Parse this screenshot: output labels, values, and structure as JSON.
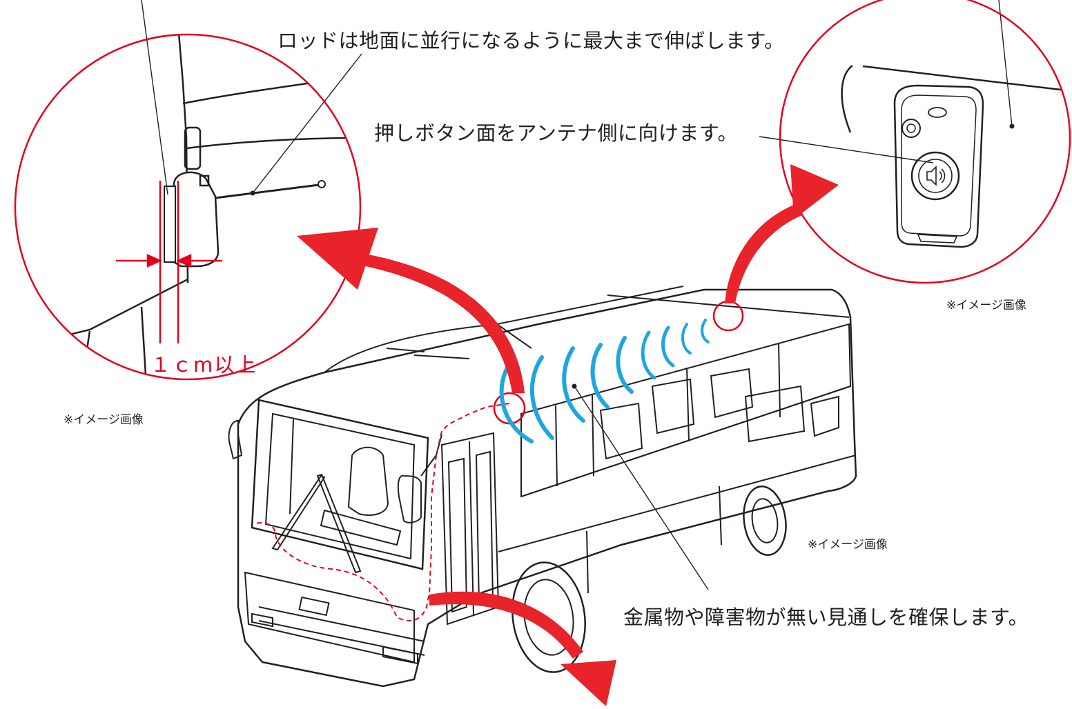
{
  "annotations": {
    "rod_instruction": "ロッドは地面に並行になるように最大まで伸ばします。",
    "button_instruction": "押しボタン面をアンテナ側に向けます。",
    "line_of_sight_instruction": "金属物や障害物が無い見通しを確保します。",
    "gap_label": "１ｃm以上",
    "image_note_left": "※イメージ画像",
    "image_note_right": "※イメージ画像",
    "image_note_bus": "※イメージ画像"
  },
  "colors": {
    "accent_red": "#e3001b",
    "arrow_red": "#e8232a",
    "signal_blue": "#1ea6e0",
    "line_art": "#231f20"
  },
  "icons": {
    "speaker_button": "speaker-icon",
    "gear_button": "gear-icon"
  }
}
